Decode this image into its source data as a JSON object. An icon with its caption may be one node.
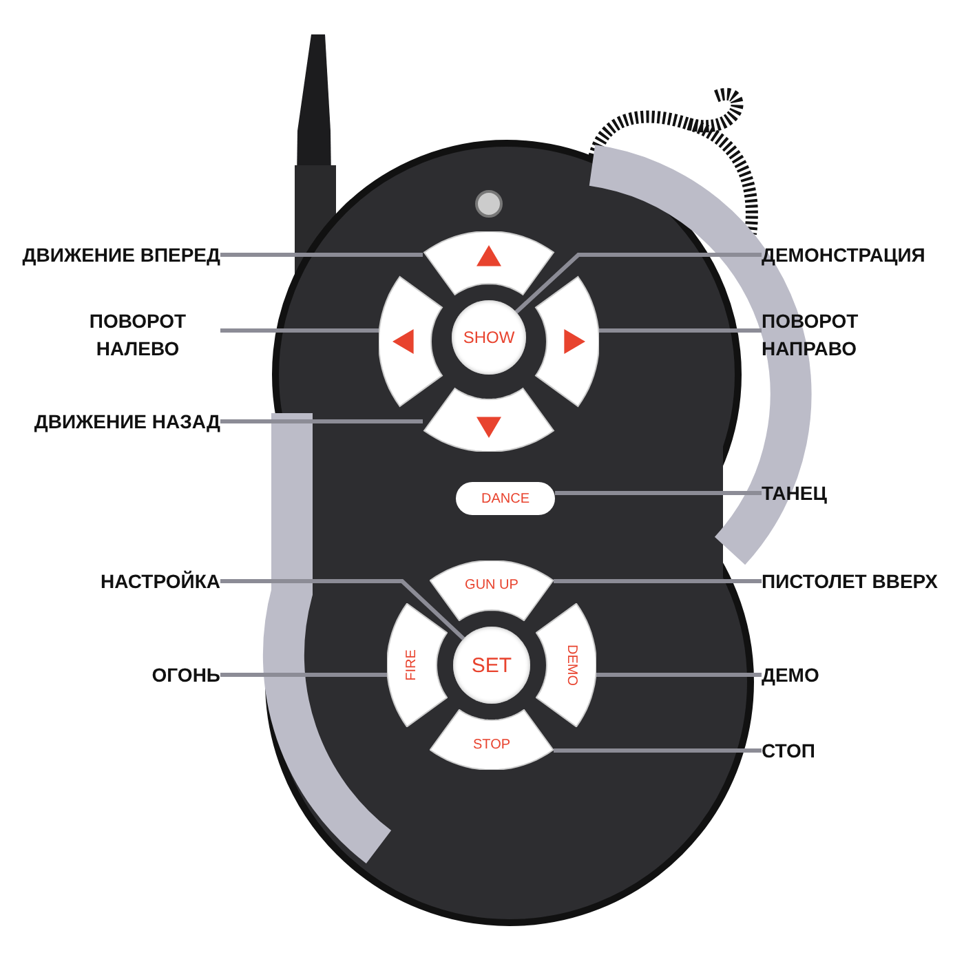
{
  "diagram": {
    "nodes": [
      {
        "text": [
          "ДВИЖЕНИЕ ВПЕРЕД"
        ]
      },
      {
        "text": [
          "ДЕМОНСТРАЦИЯ"
        ]
      },
      {
        "text": [
          "ПОВОРОТ НАЛЕВО"
        ]
      },
      {
        "text": [
          "ПОВОРОТ НАПРАВО"
        ]
      },
      {
        "text": [
          "ДВИЖЕНИЕ НАЗАД"
        ]
      },
      {
        "text": [
          "ТАНЕЦ"
        ]
      },
      {
        "text": [
          "НАСТРОЙКА"
        ]
      },
      {
        "text": [
          "ПИСТОЛЕТ ВВЕРХ"
        ]
      },
      {
        "text": [
          "ОГОНЬ"
        ]
      },
      {
        "text": [
          "ДЕМО"
        ]
      },
      {
        "text": [
          "СТОП"
        ]
      },
      {
        "text": [],
        "shape": "button"
      },
      {
        "text": [],
        "shape": "button"
      },
      {
        "text": [
          "SHOW"
        ]
      },
      {
        "text": [],
        "shape": "button"
      },
      {
        "text": [],
        "shape": "button"
      },
      {
        "text": [
          "DANCE"
        ]
      },
      {
        "text": [
          "GUN UP"
        ]
      },
      {
        "text": [
          "FIRE"
        ]
      },
      {
        "text": [
          "SET"
        ]
      },
      {
        "text": [
          "DEMO"
        ]
      },
      {
        "text": [
          "STOP"
        ]
      }
    ],
    "edges": [
      {
        "from": 0,
        "to": 11,
        "arrow": "none"
      },
      {
        "from": 1,
        "to": 13,
        "arrow": "none"
      },
      {
        "from": 2,
        "to": 12,
        "arrow": "none"
      },
      {
        "from": 3,
        "to": 14,
        "arrow": "none"
      },
      {
        "from": 4,
        "to": 15,
        "arrow": "none"
      },
      {
        "from": 5,
        "to": 16,
        "arrow": "none"
      },
      {
        "from": 6,
        "to": 19,
        "arrow": "none"
      },
      {
        "from": 7,
        "to": 17,
        "arrow": "none"
      },
      {
        "from": 8,
        "to": 18,
        "arrow": "none"
      },
      {
        "from": 9,
        "to": 20,
        "arrow": "none"
      },
      {
        "from": 10,
        "to": 21,
        "arrow": "none"
      }
    ]
  }
}
